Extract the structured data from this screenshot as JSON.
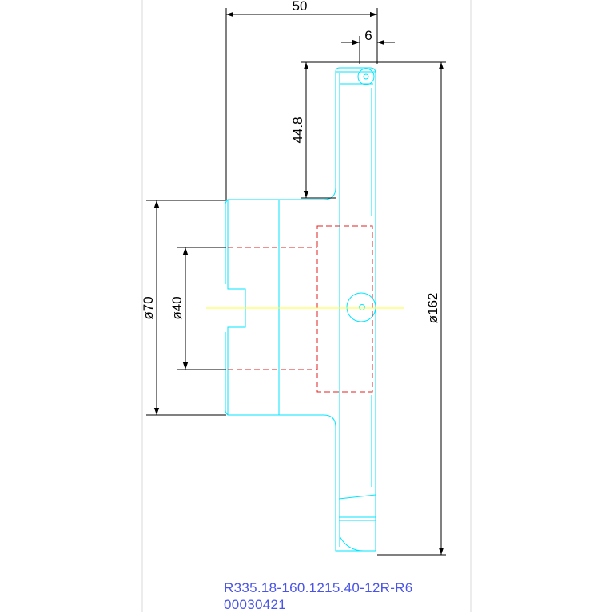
{
  "dimensions": {
    "overall_length": "50",
    "flange_thickness": "6",
    "hub_offset": "44.8",
    "hub_diameter": "ø70",
    "bore_diameter": "ø40",
    "cutter_diameter": "ø162"
  },
  "caption": {
    "part_number": "R335.18-160.1215.40-12R-R6",
    "drawing_number": "00030421"
  },
  "colors": {
    "outline": "#00e5ff",
    "hidden": "#e02020",
    "centerline": "#ffff33",
    "dimension": "#000000",
    "caption": "#4a55e8",
    "frame": "#d8d8d8"
  }
}
